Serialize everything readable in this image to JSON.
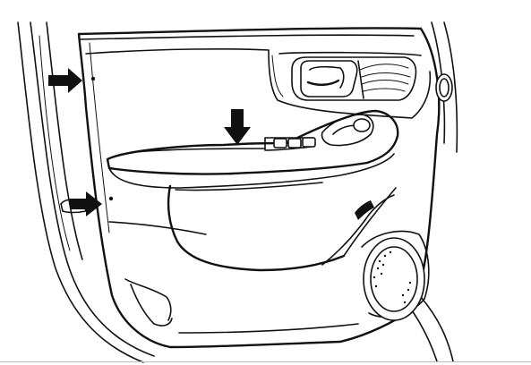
{
  "figure": {
    "type": "line-drawing",
    "subject": "door-trim-panel",
    "line_color": "#111111",
    "background_color": "#ffffff",
    "arrows": [
      {
        "id": "upper-left",
        "direction": "right"
      },
      {
        "id": "center-top",
        "direction": "down"
      },
      {
        "id": "lower-left",
        "direction": "right"
      }
    ]
  }
}
